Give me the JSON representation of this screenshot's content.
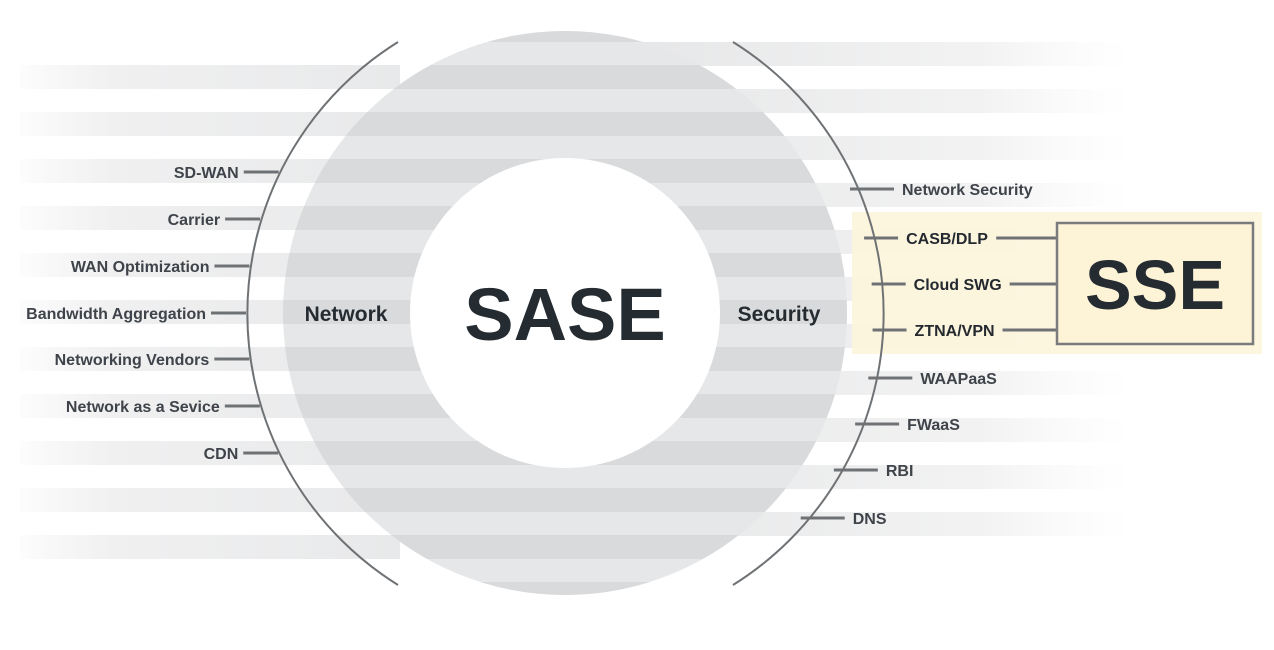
{
  "center": {
    "title": "SASE"
  },
  "network": {
    "label": "Network",
    "items": [
      "SD-WAN",
      "Carrier",
      "WAN Optimization",
      "Bandwidth Aggregation",
      "Networking Vendors",
      "Network as a Sevice",
      "CDN"
    ]
  },
  "security": {
    "label": "Security",
    "items": [
      {
        "label": "Network Security",
        "sse": false
      },
      {
        "label": "CASB/DLP",
        "sse": true
      },
      {
        "label": "Cloud SWG",
        "sse": true
      },
      {
        "label": "ZTNA/VPN",
        "sse": true
      },
      {
        "label": "WAAPaaS",
        "sse": false
      },
      {
        "label": "FWaaS",
        "sse": false
      },
      {
        "label": "RBI",
        "sse": false
      },
      {
        "label": "DNS",
        "sse": false
      }
    ]
  },
  "sse": {
    "label": "SSE"
  },
  "colors": {
    "text": "#3f434a",
    "title": "#242b31",
    "line": "#6f7275",
    "stripe_dark": "#d9dadc",
    "stripe_light": "#e6e7e8",
    "sse_highlight": "#fdf5dc",
    "sse_border": "#7a7b7c"
  }
}
